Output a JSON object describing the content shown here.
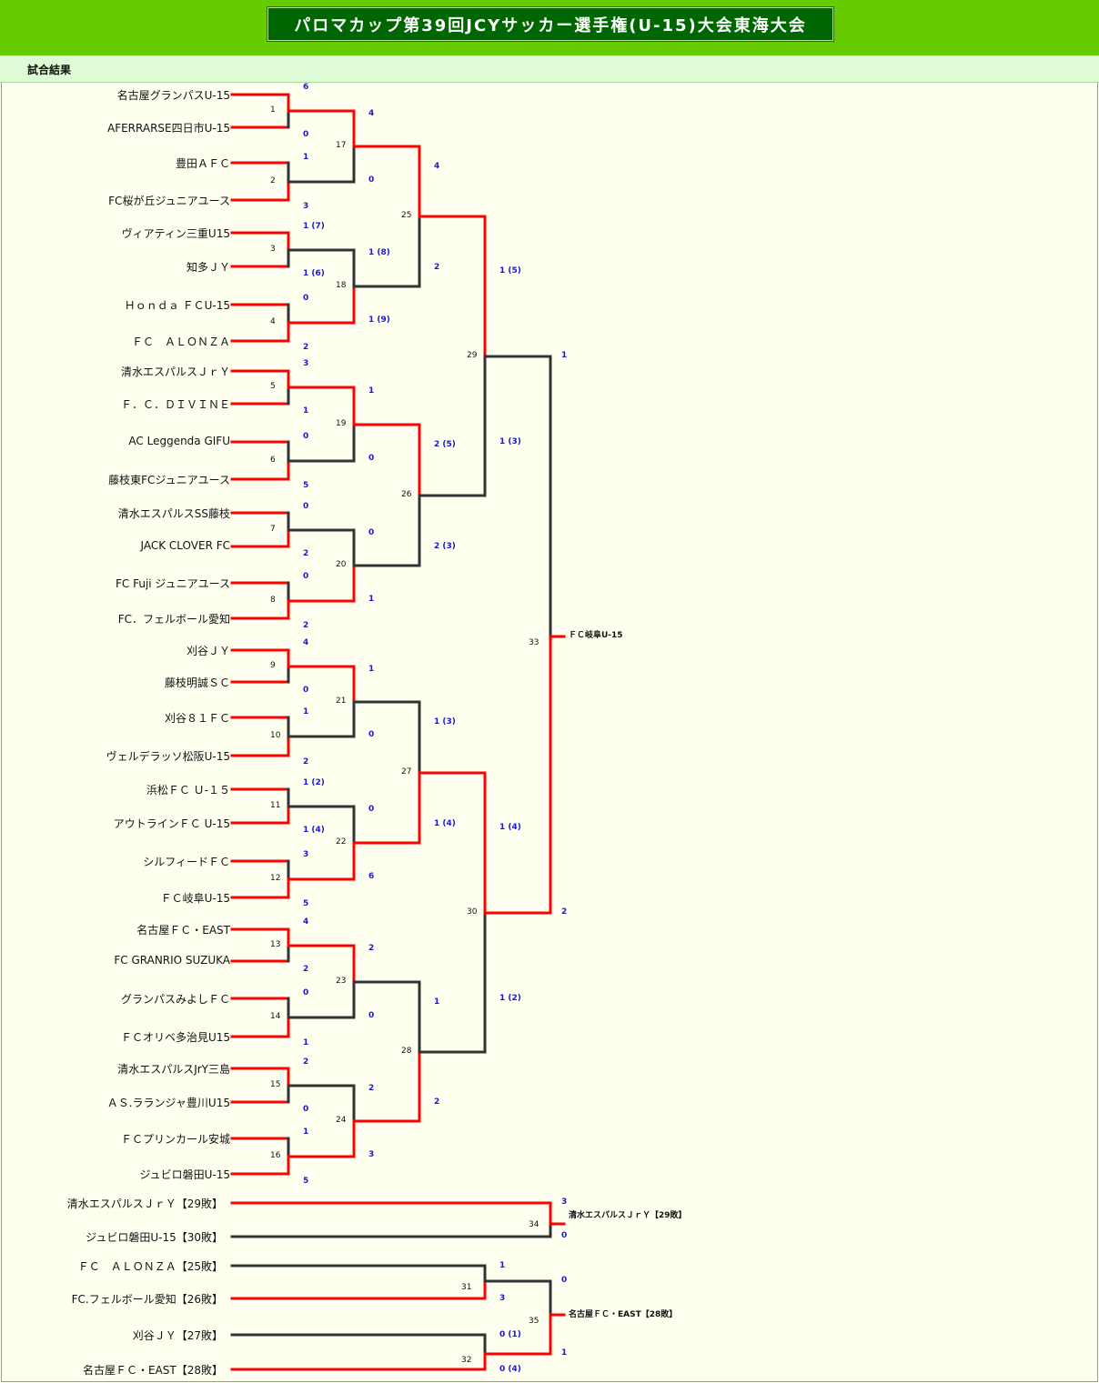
{
  "header": {
    "title": "パロマカップ第39回JCYサッカー選手権(U-15)大会東海大会",
    "section": "試合結果",
    "colors": {
      "green": "#66cc00",
      "dark_green": "#006600",
      "winner_line": "#ff0000",
      "loser_line": "#333333",
      "score": "#1a1acc"
    }
  },
  "teams": [
    "名古屋グランパスU-15",
    "AFERRARSE四日市U-15",
    "豊田ＡＦＣ",
    "FC桜が丘ジュニアユース",
    "ヴィアティン三重U15",
    "知多ＪＹ",
    "Ｈｏｎｄａ ＦＣU-15",
    "ＦＣ　ＡＬＯＮＺＡ",
    "清水エスパルスＪｒＹ",
    "Ｆ．Ｃ．ＤＩＶＩＮＥ",
    "AC Leggenda GIFU",
    "藤枝東FCジュニアユース",
    "清水エスパルスSS藤枝",
    "JACK CLOVER FC",
    "FC Fuji ジュニアユース",
    "FC．フェルボール愛知",
    "刈谷ＪＹ",
    "藤枝明誠ＳＣ",
    "刈谷８１ＦＣ",
    "ヴェルデラッソ松阪U-15",
    "浜松ＦＣ Ｕ-１５",
    "アウトラインＦＣ U-15",
    "シルフィードＦＣ",
    "ＦＣ岐阜U-15",
    "名古屋ＦＣ・EAST",
    "FC GRANRIO SUZUKA",
    "グランパスみよしＦＣ",
    "ＦＣオリベ多治見U15",
    "清水エスパルスJrY三島",
    "ＡＳ.ラランジャ豊川U15",
    "ＦＣプリンカール安城",
    "ジュビロ磐田U-15"
  ],
  "round1": [
    {
      "no": "1",
      "top": "6",
      "bot": "0"
    },
    {
      "no": "2",
      "top": "1",
      "bot": "3"
    },
    {
      "no": "3",
      "top": "1 (7)",
      "bot": "1 (6)"
    },
    {
      "no": "4",
      "top": "0",
      "bot": "2"
    },
    {
      "no": "5",
      "top": "3",
      "bot": "1"
    },
    {
      "no": "6",
      "top": "0",
      "bot": "5"
    },
    {
      "no": "7",
      "top": "0",
      "bot": "2"
    },
    {
      "no": "8",
      "top": "0",
      "bot": "2"
    },
    {
      "no": "9",
      "top": "4",
      "bot": "0"
    },
    {
      "no": "10",
      "top": "1",
      "bot": "2"
    },
    {
      "no": "11",
      "top": "1 (2)",
      "bot": "1 (4)"
    },
    {
      "no": "12",
      "top": "3",
      "bot": "5"
    },
    {
      "no": "13",
      "top": "4",
      "bot": "2"
    },
    {
      "no": "14",
      "top": "0",
      "bot": "1"
    },
    {
      "no": "15",
      "top": "2",
      "bot": "0"
    },
    {
      "no": "16",
      "top": "1",
      "bot": "5"
    }
  ],
  "round2": [
    {
      "no": "17",
      "top": "4",
      "bot": "0"
    },
    {
      "no": "18",
      "top": "1 (8)",
      "bot": "1 (9)"
    },
    {
      "no": "19",
      "top": "1",
      "bot": "0"
    },
    {
      "no": "20",
      "top": "0",
      "bot": "1"
    },
    {
      "no": "21",
      "top": "1",
      "bot": "0"
    },
    {
      "no": "22",
      "top": "0",
      "bot": "6"
    },
    {
      "no": "23",
      "top": "2",
      "bot": "0"
    },
    {
      "no": "24",
      "top": "2",
      "bot": "3"
    }
  ],
  "round3": [
    {
      "no": "25",
      "top": "4",
      "bot": "2"
    },
    {
      "no": "26",
      "top": "2 (5)",
      "bot": "2 (3)"
    },
    {
      "no": "27",
      "top": "1 (3)",
      "bot": "1 (4)"
    },
    {
      "no": "28",
      "top": "1",
      "bot": "2"
    }
  ],
  "round4": [
    {
      "no": "29",
      "top": "1 (5)",
      "bot": "1 (3)"
    },
    {
      "no": "30",
      "top": "1 (4)",
      "bot": "1 (2)"
    }
  ],
  "final": {
    "no": "33",
    "top": "1",
    "bot": "2",
    "winner": "ＦＣ岐阜U-15"
  },
  "third_place": {
    "no": "34",
    "team_top": "清水エスパルスＪｒＹ【29敗】",
    "team_bot": "ジュビロ磐田U-15【30敗】",
    "top": "3",
    "bot": "0",
    "winner": "清水エスパルスＪｒＹ【29敗】"
  },
  "placement": {
    "teams": [
      "ＦＣ　ＡＬＯＮＺＡ【25敗】",
      "FC.フェルボール愛知【26敗】",
      "刈谷ＪＹ【27敗】",
      "名古屋ＦＣ・EAST【28敗】"
    ],
    "semis": [
      {
        "no": "31",
        "top": "1",
        "bot": "3"
      },
      {
        "no": "32",
        "top": "0 (1)",
        "bot": "0 (4)"
      }
    ],
    "final": {
      "no": "35",
      "top": "0",
      "bot": "1",
      "winner": "名古屋ＦＣ・EAST【28敗】"
    }
  }
}
